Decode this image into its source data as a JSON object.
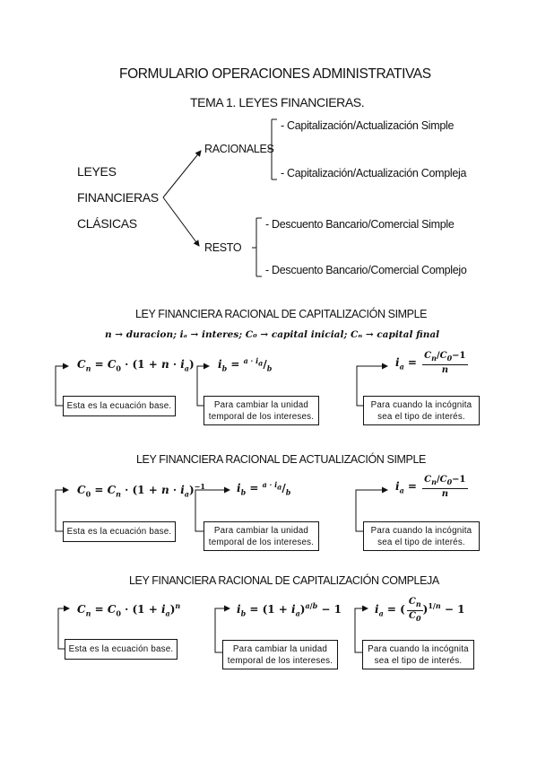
{
  "title": "FORMULARIO OPERACIONES ADMINISTRATIVAS",
  "tema": "TEMA 1. LEYES FINANCIERAS.",
  "clasicas": {
    "label_lines": [
      "LEYES",
      "FINANCIERAS",
      "CLÁSICAS"
    ],
    "racionales": {
      "label": "RACIONALES",
      "items": [
        "- Capitalización/Actualización Simple",
        "- Capitalización/Actualización Compleja"
      ]
    },
    "resto": {
      "label": "RESTO",
      "items": [
        "- Descuento Bancario/Comercial Simple",
        "- Descuento Bancario/Comercial Complejo"
      ]
    }
  },
  "legend": "n → duracion; iₐ → interes; C₀ → capital inicial; Cₙ → capital final",
  "sections": [
    {
      "title": "LEY FINANCIERA RACIONAL DE CAPITALIZACIÓN SIMPLE",
      "boxes": [
        "Esta es la ecuación base.",
        "Para cambiar la unidad temporal de los intereses.",
        "Para cuando la incógnita sea el tipo de interés."
      ]
    },
    {
      "title": "LEY FINANCIERA RACIONAL DE ACTUALIZACIÓN SIMPLE",
      "boxes": [
        "Esta es la ecuación base.",
        "Para cambiar la unidad temporal de los intereses.",
        "Para cuando la incógnita sea el tipo de interés."
      ]
    },
    {
      "title": "LEY FINANCIERA RACIONAL DE CAPITALIZACIÓN COMPLEJA",
      "boxes": [
        "Esta es la ecuación base.",
        "Para cambiar la unidad temporal de los intereses.",
        "Para cuando la incógnita sea el tipo de interés."
      ]
    }
  ]
}
